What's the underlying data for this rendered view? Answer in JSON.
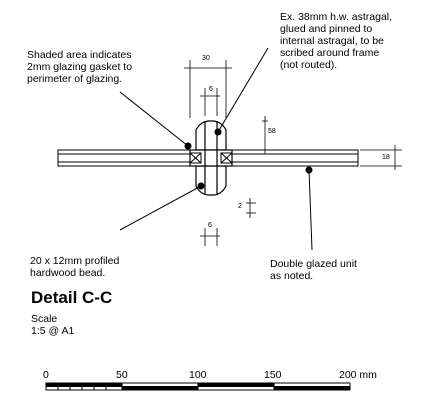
{
  "notes": {
    "gasket": "Shaded area indicates\n2mm glazing gasket to\nperimeter of glazing.",
    "astragal": "Ex. 38mm h.w. astragal,\nglued and pinned to\ninternal astragal, to be\nscribed around frame\n(not routed).",
    "bead": "20 x 12mm profiled\nhardwood bead.",
    "glazing": "Double glazed unit\nas noted."
  },
  "dimensions": {
    "overall_width": "30",
    "inner_width": "6",
    "height": "58",
    "unit_thickness": "18",
    "gasket": "2",
    "bottom_width": "6"
  },
  "detail": {
    "title": "Detail C-C",
    "scale": "Scale\n1:5 @ A1"
  },
  "scale_bar": {
    "ticks": [
      "0",
      "50",
      "100",
      "150",
      "200 mm"
    ]
  }
}
